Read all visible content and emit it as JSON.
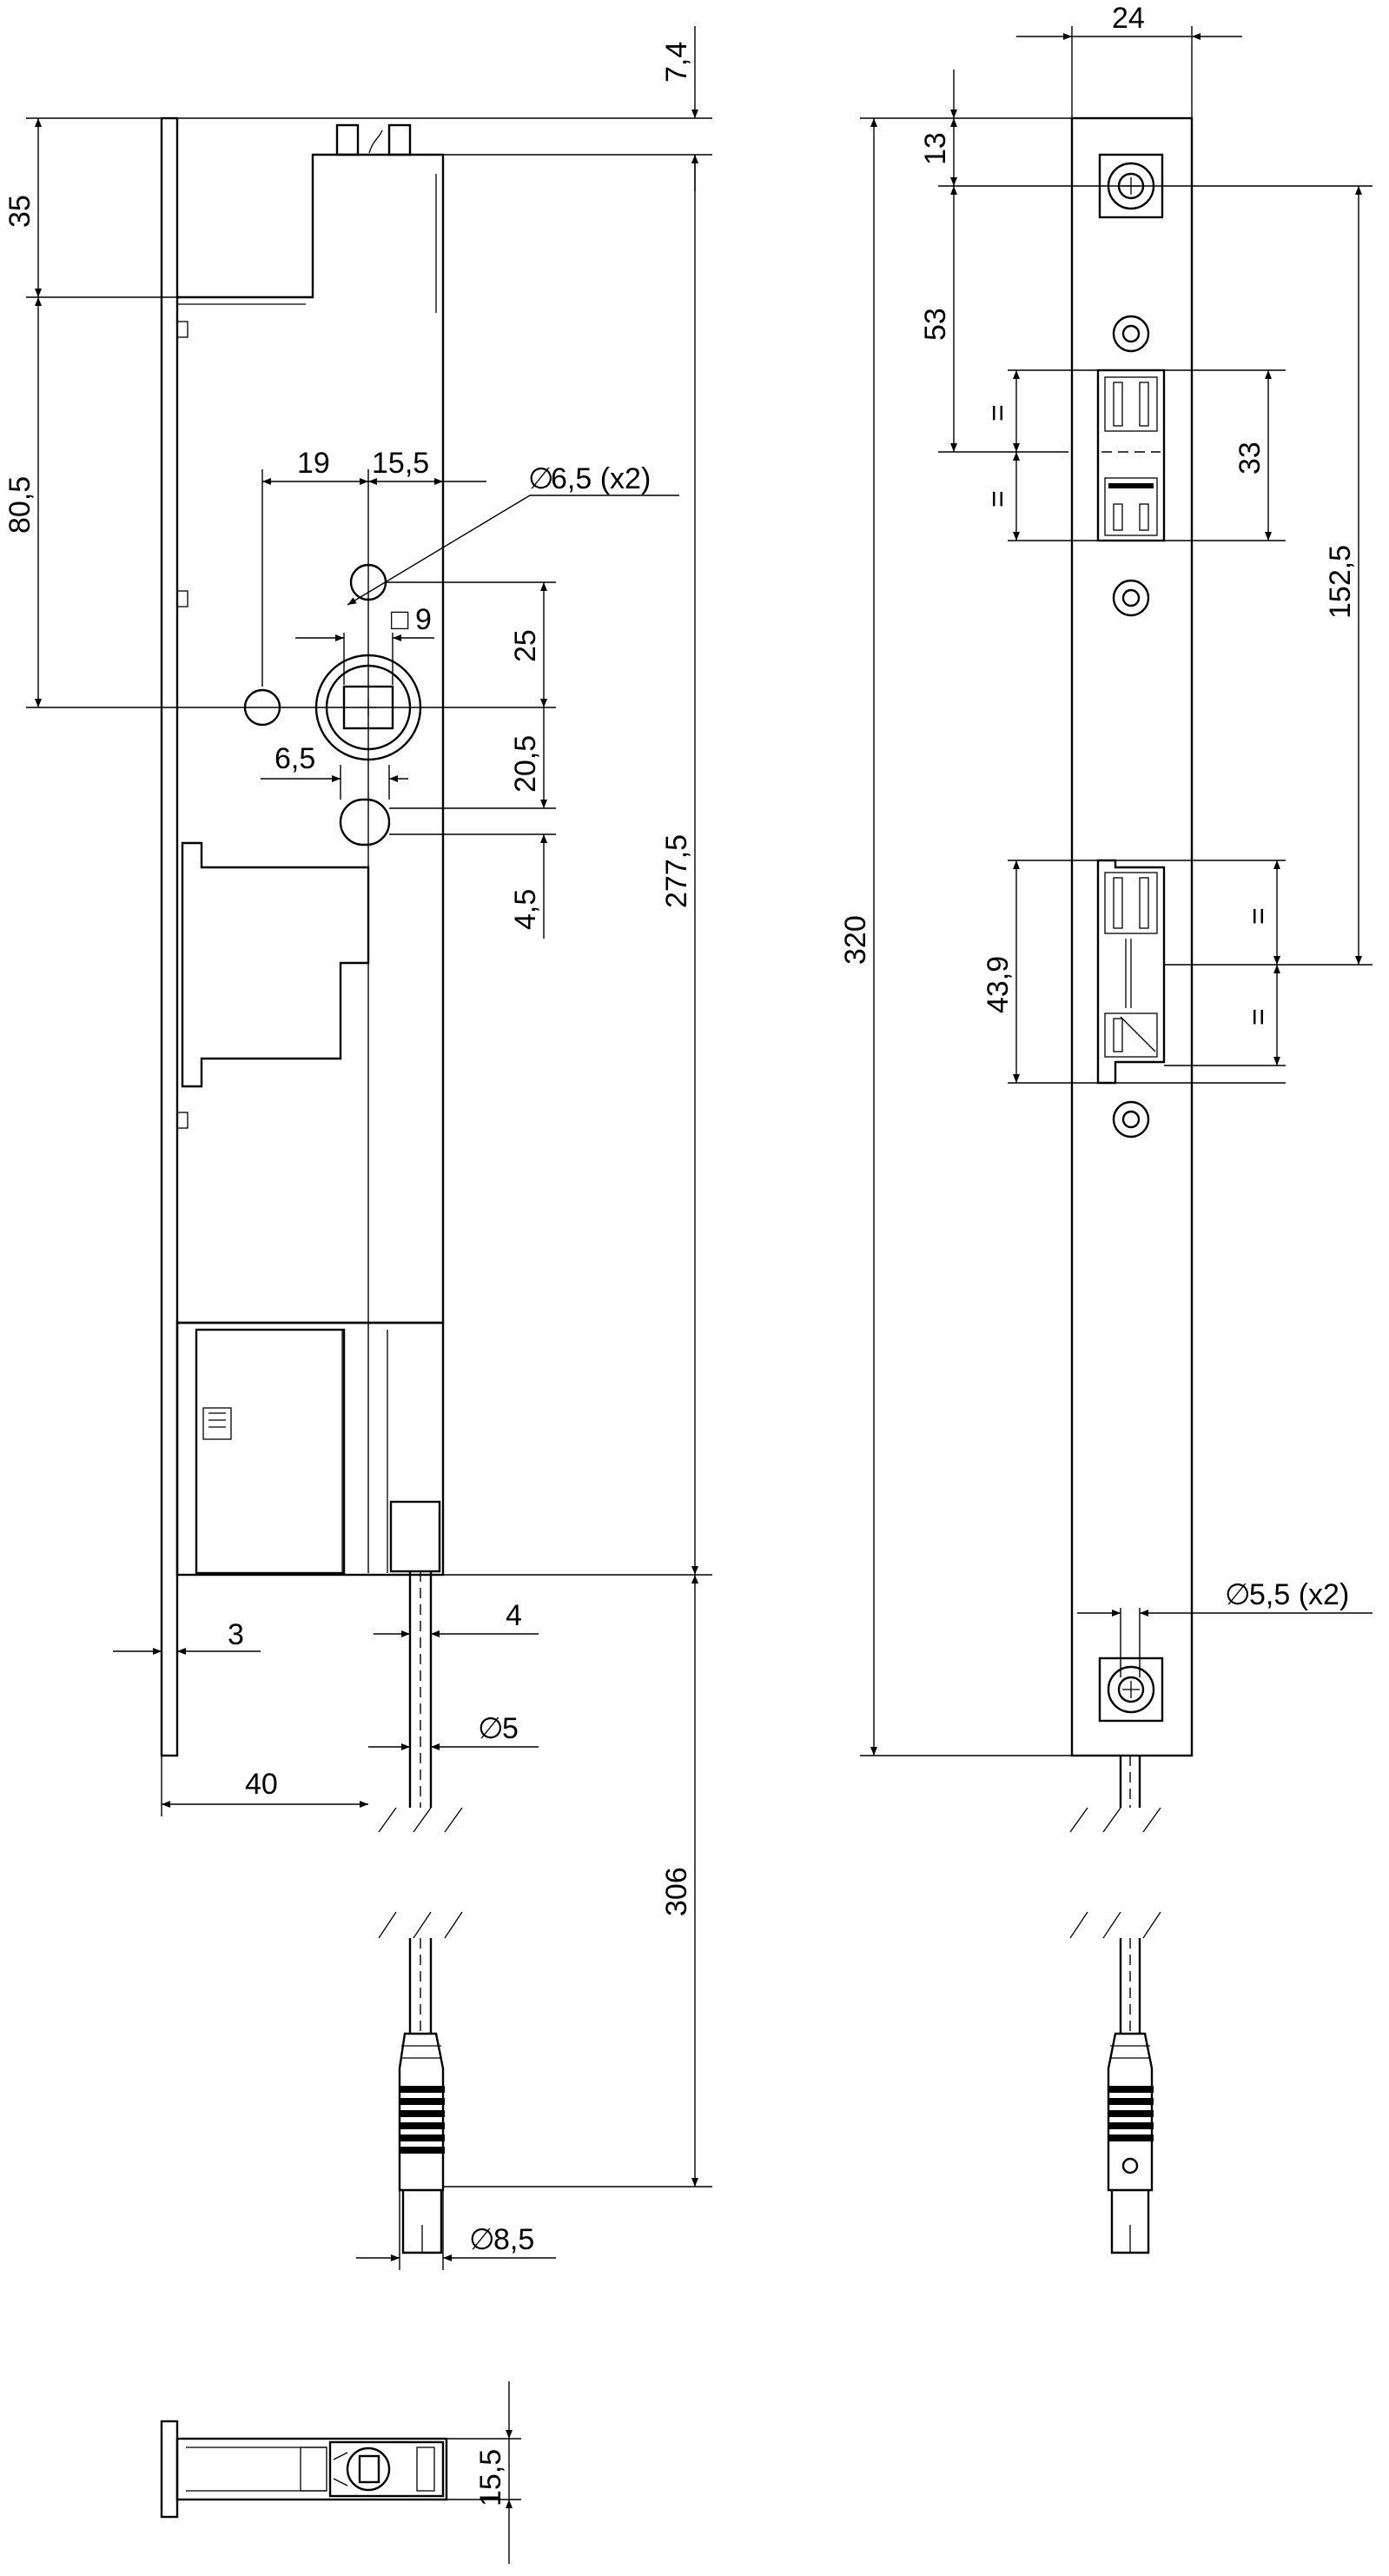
{
  "front_view": {
    "dims": {
      "top_offset": "7,4",
      "upper_block": "35",
      "plate_to_cylinder": "80,5",
      "h_offset": "19",
      "h_offset2": "15,5",
      "hole_dia": "6,5 (x2)",
      "square": "9",
      "vert_spacing": "25",
      "hole_small": "6,5",
      "vert_spacing2": "20,5",
      "slot": "4,5",
      "total_body": "277,5",
      "plate_thickness": "3",
      "cable_offset": "4",
      "cable_dia": "5",
      "backset": "40",
      "cable_length": "306",
      "plug_dia": "8,5"
    }
  },
  "side_view": {
    "dims": {
      "width": "24",
      "top_hole": "13",
      "upper_spacing": "53",
      "latch_equal_a": "=",
      "latch_equal_b": "=",
      "latch_height": "33",
      "hole_span": "152,5",
      "total_length": "320",
      "bolt_height": "43,9",
      "bolt_equal_a": "=",
      "bolt_equal_b": "=",
      "screw_dia": "5,5 (x2)"
    }
  },
  "bottom_view": {
    "dims": {
      "depth": "15,5"
    }
  },
  "symbols": {
    "diameter": "∅",
    "square": "□"
  }
}
